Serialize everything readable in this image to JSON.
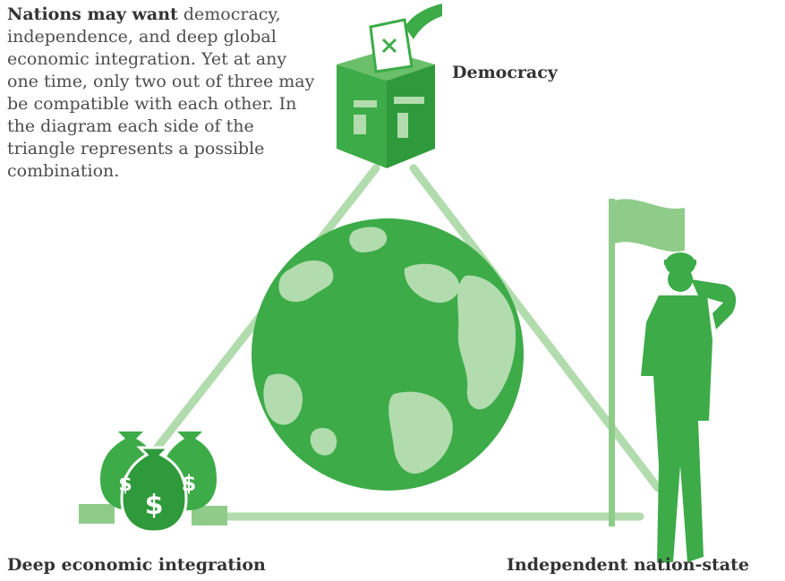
{
  "intro": {
    "lead": "Nations may want",
    "body": " democracy, independence, and deep global economic integration. Yet at any one time, only two out of three may be compatible with each other. In the diagram each side of the triangle represents a possible combination."
  },
  "labels": {
    "democracy": "Democracy",
    "deep_integration": "Deep economic integration",
    "independent": "Independent nation-state"
  },
  "icons": {
    "democracy": "ballot-box-icon",
    "deep_integration": "money-bags-icon",
    "independent": "saluting-soldier-flag-icon",
    "center": "globe-icon",
    "money_symbol": "$"
  },
  "colors": {
    "dark_green": "#3dab48",
    "light_green": "#b2dcae",
    "mid_green": "#6bbf6a",
    "text": "#4d4d4d"
  }
}
